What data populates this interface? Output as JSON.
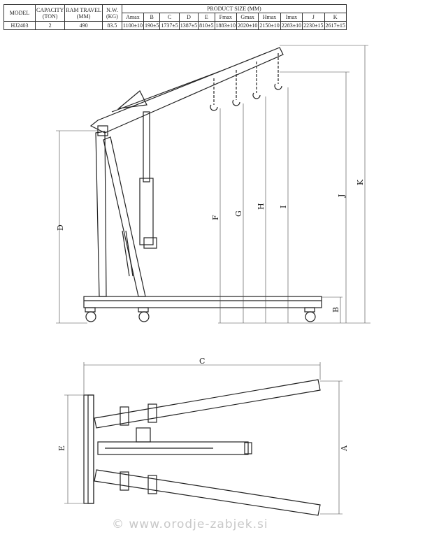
{
  "table": {
    "headers": {
      "model": "MODEL",
      "capacity": "CAPACITY",
      "capacity_unit": "(TON)",
      "ram": "RAM TRAVEL",
      "ram_unit": "(MM)",
      "nw": "N.W.",
      "nw_unit": "(KG)",
      "product_size": "PRODUCT SIZE (MM)"
    },
    "size_columns": [
      "Amax",
      "B",
      "C",
      "D",
      "E",
      "Fmax",
      "Gmax",
      "Hmax",
      "Imax",
      "J",
      "K"
    ],
    "row": {
      "model": "HJ2403",
      "capacity": "2",
      "ram": "490",
      "nw": "83.5",
      "sizes": [
        "1100±10",
        "190±5",
        "1737±5",
        "1387±5",
        "810±5",
        "1883±10",
        "2020±10",
        "2150±10",
        "2283±10",
        "2230±15",
        "2617±15"
      ]
    }
  },
  "dimension_labels": {
    "A": "A",
    "B": "B",
    "C": "C",
    "D": "D",
    "E": "E",
    "F": "F",
    "G": "G",
    "H": "H",
    "I": "I",
    "J": "J",
    "K": "K"
  },
  "watermark": "© www.orodje-zabjek.si"
}
